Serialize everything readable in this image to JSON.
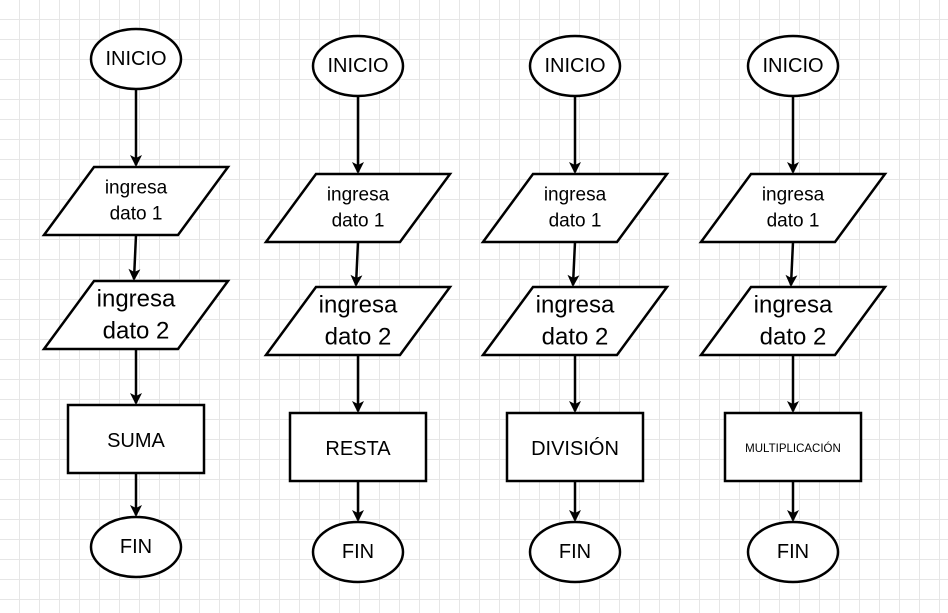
{
  "diagram": {
    "flows": [
      {
        "start": "INICIO",
        "input1": [
          "ingresa",
          "dato 1"
        ],
        "input2": [
          "ingresa",
          "dato 2"
        ],
        "operation": "SUMA",
        "end": "FIN"
      },
      {
        "start": "INICIO",
        "input1": [
          "ingresa",
          "dato 1"
        ],
        "input2": [
          "ingresa",
          "dato 2"
        ],
        "operation": "RESTA",
        "end": "FIN"
      },
      {
        "start": "INICIO",
        "input1": [
          "ingresa",
          "dato 1"
        ],
        "input2": [
          "ingresa",
          "dato 2"
        ],
        "operation": "DIVISIÓN",
        "end": "FIN"
      },
      {
        "start": "INICIO",
        "input1": [
          "ingresa",
          "dato 1"
        ],
        "input2": [
          "ingresa",
          "dato 2"
        ],
        "operation": "MULTIPLICACIÓN",
        "end": "FIN"
      }
    ],
    "colors": {
      "stroke": "#000000",
      "fill": "#ffffff",
      "grid": "#e6e6e6"
    }
  }
}
